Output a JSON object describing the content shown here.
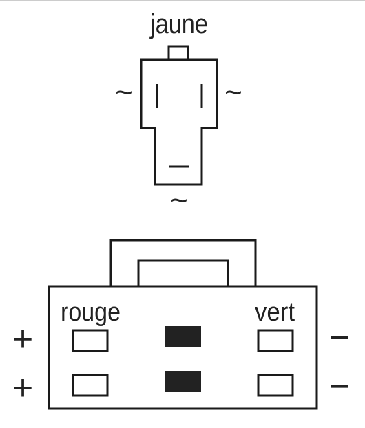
{
  "top_connector": {
    "label_top": "jaune",
    "label_left": "~",
    "label_right": "~",
    "label_bottom": "~"
  },
  "bottom_connector": {
    "label_left_col": "rouge",
    "label_right_col": "vert",
    "left_signs": [
      "+",
      "+"
    ],
    "right_signs": [
      "−",
      "−"
    ]
  },
  "colors": {
    "stroke": "#1a1a1a",
    "filled_pin": "#222222",
    "background": "#ffffff"
  }
}
